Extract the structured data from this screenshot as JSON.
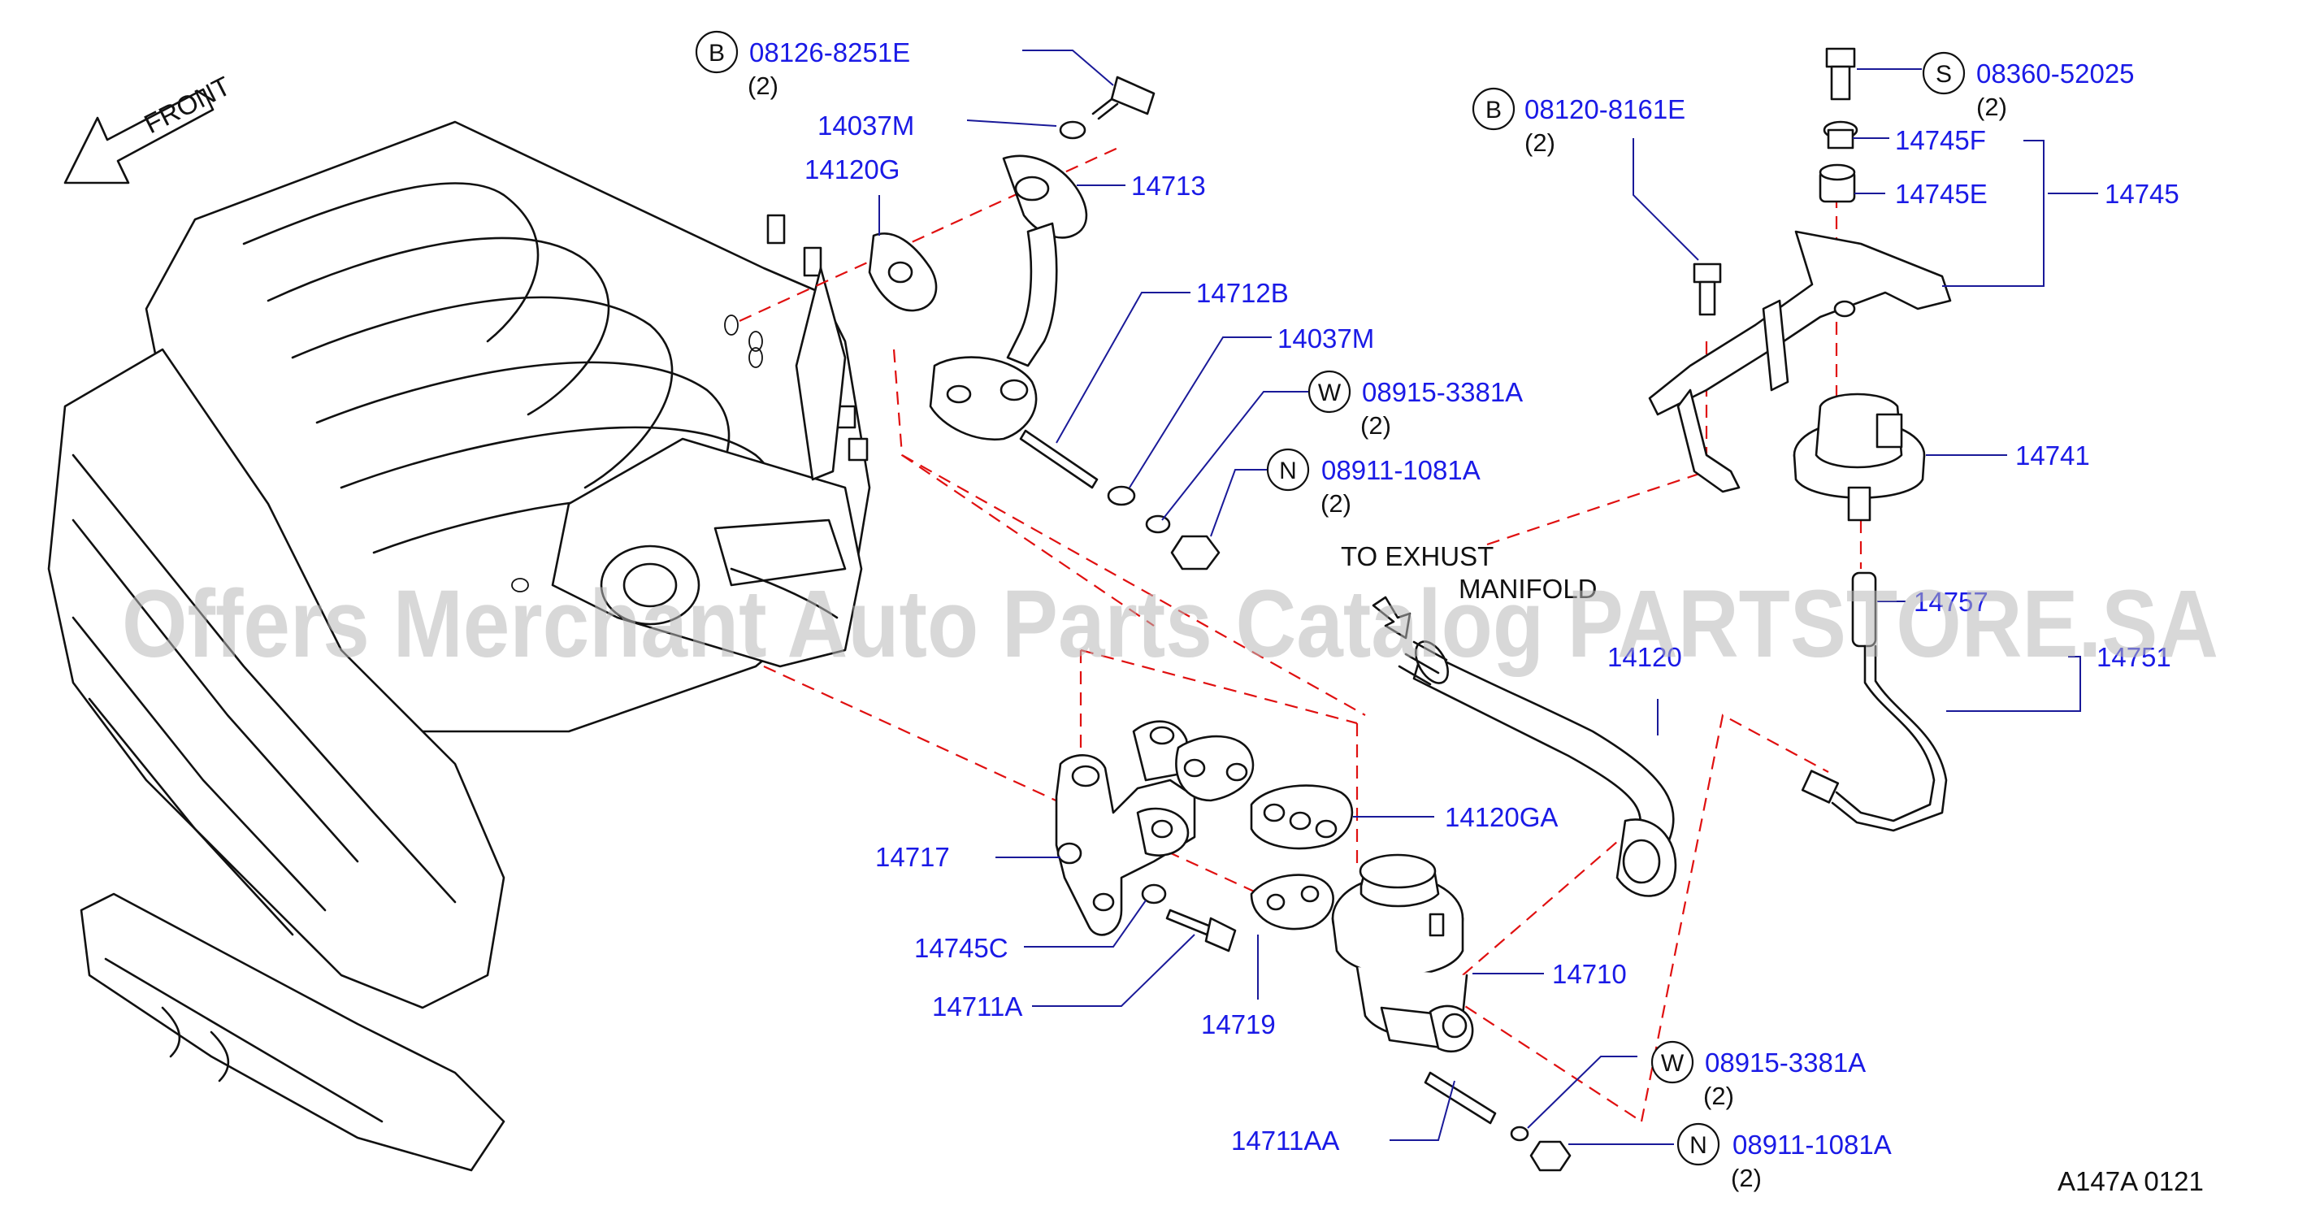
{
  "labels": {
    "b_top": {
      "letter": "B",
      "part": "08126-8251E",
      "qty": "(2)"
    },
    "p14037m_top": "14037M",
    "p14120g": "14120G",
    "p14713": "14713",
    "p14712b": "14712B",
    "p14037m_mid": "14037M",
    "w_mid": {
      "letter": "W",
      "part": "08915-3381A",
      "qty": "(2)"
    },
    "n_mid": {
      "letter": "N",
      "part": "08911-1081A",
      "qty": "(2)"
    },
    "b_right": {
      "letter": "B",
      "part": "08120-8161E",
      "qty": "(2)"
    },
    "s_right": {
      "letter": "S",
      "part": "08360-52025",
      "qty": "(2)"
    },
    "p14745f": "14745F",
    "p14745e": "14745E",
    "p14745": "14745",
    "p14741": "14741",
    "p14757": "14757",
    "p14751": "14751",
    "p14120": "14120",
    "p14120ga": "14120GA",
    "p14717": "14717",
    "p14745c": "14745C",
    "p14711a": "14711A",
    "p14719": "14719",
    "p14710": "14710",
    "w_bottom": {
      "letter": "W",
      "part": "08915-3381A",
      "qty": "(2)"
    },
    "n_bottom": {
      "letter": "N",
      "part": "08911-1081A",
      "qty": "(2)"
    },
    "p14711aa": "14711AA"
  },
  "annotations": {
    "front": "FRONT",
    "exhaust_line1": "TO  EXHUST",
    "exhaust_line2": "MANIFOLD"
  },
  "footer": {
    "code": "A147A  0121"
  },
  "watermark": "Offers Merchant Auto Parts Catalog PARTSTORE.SA",
  "colors": {
    "label": "#1a1ae6",
    "dashed_line": "#e01010",
    "artwork": "#111111",
    "watermark": "#b8b8b8"
  }
}
